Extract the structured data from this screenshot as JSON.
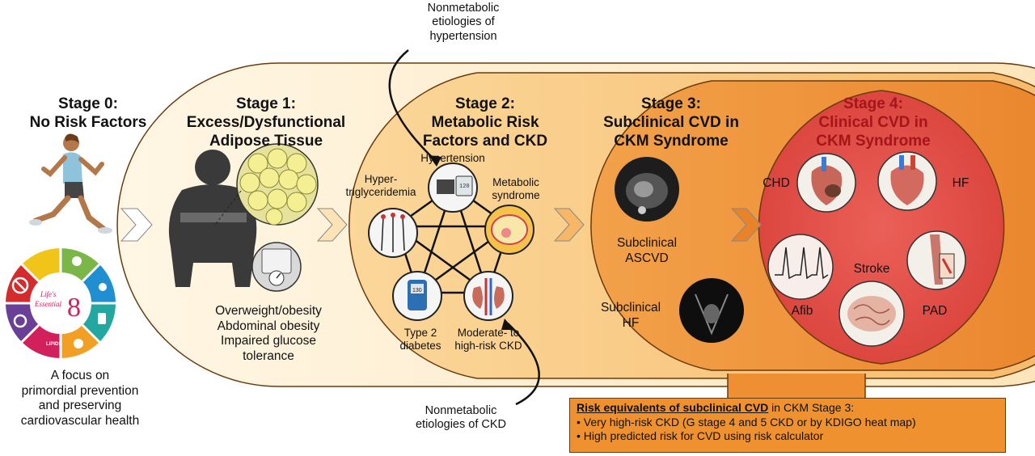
{
  "stage0": {
    "title": [
      "Stage 0:",
      "No Risk Factors"
    ],
    "wheel_center": [
      "Life's",
      "Essential",
      "8"
    ],
    "wheel_segment_label": "LIPIDS",
    "description": [
      "A focus on",
      "primordial prevention",
      "and preserving",
      "cardiovascular health"
    ]
  },
  "stage1": {
    "title": [
      "Stage 1:",
      "Excess/Dysfunctional",
      "Adipose Tissue"
    ],
    "description": [
      "Overweight/obesity",
      "Abdominal obesity",
      "Impaired glucose",
      "tolerance"
    ]
  },
  "stage2": {
    "title": [
      "Stage 2:",
      "Metabolic Risk",
      "Factors and CKD"
    ],
    "items": {
      "hypertension": "Hypertension",
      "hypertriglyceridemia": [
        "Hyper-",
        "triglyceridemia"
      ],
      "metabolic_syndrome": [
        "Metabolic",
        "syndrome"
      ],
      "diabetes": [
        "Type 2",
        "diabetes"
      ],
      "ckd": [
        "Moderate- to",
        "high-risk CKD"
      ]
    },
    "glucometer_reading": "130"
  },
  "stage3": {
    "title": [
      "Stage 3:",
      "Subclinical CVD in",
      "CKM Syndrome"
    ],
    "subclinical_ascvd": [
      "Subclinical",
      "ASCVD"
    ],
    "subclinical_hf": [
      "Subclinical",
      "HF"
    ]
  },
  "stage4": {
    "title": [
      "Stage 4:",
      "Clinical CVD in",
      "CKM Syndrome"
    ],
    "labels": {
      "chd": "CHD",
      "hf": "HF",
      "afib": "Afib",
      "stroke": "Stroke",
      "pad": "PAD"
    }
  },
  "annotations": {
    "nonmetabolic_hypertension": [
      "Nonmetabolic",
      "etiologies of",
      "hypertension"
    ],
    "nonmetabolic_ckd": [
      "Nonmetabolic",
      "etiologies of CKD"
    ]
  },
  "risk_box": {
    "heading_underlined": "Risk equivalents of subclinical CVD",
    "heading_rest": " in CKM Stage 3:",
    "items": [
      "• Very high-risk CKD (G stage 4 and 5 CKD or by KDIGO heat map)",
      "• High predicted risk for CVD using risk calculator"
    ]
  },
  "colors": {
    "stage1_fill": "#fde7bf",
    "stage2_fill": "#f9c785",
    "stage3_fill": "#ee8f34",
    "stage4_fill": "#e4514a",
    "border": "#6b3a0c"
  }
}
